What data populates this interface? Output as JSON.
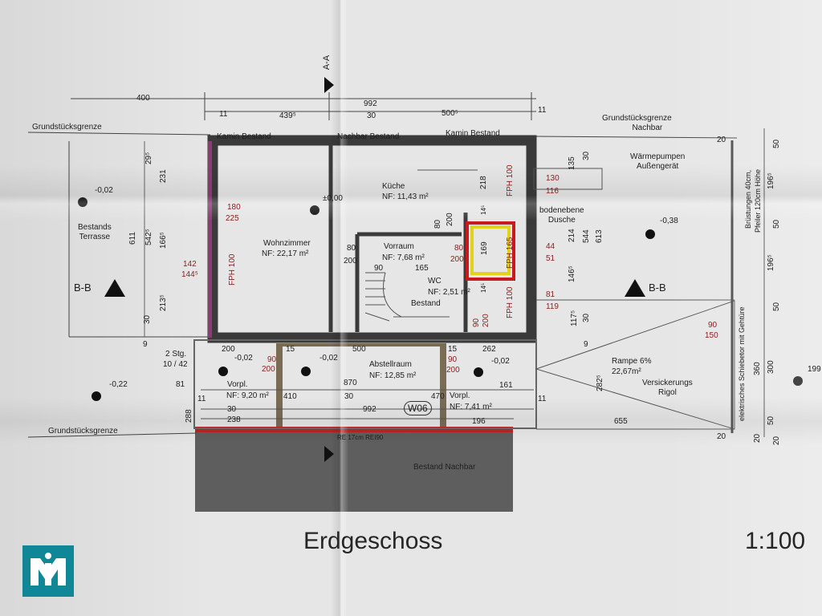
{
  "plan": {
    "title": "Erdgeschoss",
    "scale": "1:100",
    "section_a": "A-A",
    "section_b_left": "B-B",
    "section_b_right": "B-B",
    "boundary_top": "Grundstücksgrenze",
    "boundary_bottom": "Grundstücksgrenze",
    "boundary_neighbor": [
      "Grundstücksgrenze",
      "Nachbar"
    ],
    "kamin_left": "Kamin Bestand",
    "kamin_right": "Kamin Bestand",
    "neighbor_existing": "Nachbar Bestand",
    "neighbor_block": "Bestand Nachbar",
    "wall_note": "RE 17cm REI90",
    "heat_pump": [
      "Wärmepumpen",
      "Außengerät"
    ],
    "gate_note": "elektrisches Schiebetor mit Gehtüre",
    "parapet_note": [
      "Brüstungen 40cm,",
      "Pfeiler 120cm Höhe"
    ],
    "window_tag": "W06",
    "stairs": "2 Stg.",
    "stairs_dim": "10 / 42"
  },
  "rooms": {
    "wohnzimmer": {
      "name": "Wohnzimmer",
      "area": "NF: 22,17 m²"
    },
    "kueche": {
      "name": "Küche",
      "area": "NF: 11,43 m²"
    },
    "vorraum": {
      "name": "Vorraum",
      "area": "NF: 7,68 m²"
    },
    "wc": {
      "name": "WC",
      "area": "NF: 2,51 m²"
    },
    "bestand": {
      "name": "Bestand"
    },
    "dusche": {
      "name": [
        "bodenebene",
        "Dusche"
      ]
    },
    "abstellraum": {
      "name": "Abstellraum",
      "area": "NF: 12,85 m²"
    },
    "vorpl_left": {
      "name": "Vorpl.",
      "area": "NF: 9,20 m²"
    },
    "vorpl_right": {
      "name": "Vorpl.",
      "area": "NF: 7,41 m²"
    },
    "terrasse": {
      "name": [
        "Bestands",
        "Terrasse"
      ]
    },
    "rampe": {
      "name": "Rampe 6%",
      "area": "22,67m²"
    },
    "versickerung": {
      "name": [
        "Versickerungs",
        "Rigol"
      ]
    }
  },
  "levels": {
    "terrasse": "-0,02",
    "ground": "±0,00",
    "garden_right": "-0,38",
    "vorpl_left_outer": "-0,22",
    "vorpl_left": "-0,02",
    "abstell": "-0,02",
    "vorpl_right": "-0,02"
  },
  "dims": {
    "top_400": "400",
    "top_992": "992",
    "top_11a": "11",
    "top_439": "439⁵",
    "top_30": "30",
    "top_500": "500⁵",
    "top_11b": "11",
    "left_29": "29⁵",
    "left_231": "231",
    "left_611": "611",
    "left_542": "542⁵",
    "left_166": "166⁵",
    "left_213": "213⁵",
    "left_30": "30",
    "left_9": "9",
    "fph_left": "FPH 100",
    "door_180": "180",
    "door_225": "225",
    "win_142": "142",
    "win_144": "144⁵",
    "k_218": "218",
    "k_14": "14⁵",
    "k_200": "200",
    "k_80": "80",
    "fph_top": "FPH 100",
    "r_130": "130",
    "r_116": "116",
    "r_135": "135",
    "r_30": "30",
    "r_214": "214",
    "r_544": "544",
    "r_613": "613",
    "r_44": "44",
    "r_51": "51",
    "r_146": "146⁵",
    "r_81": "81",
    "r_119": "119",
    "r_117": "117⁵",
    "r_30b": "30",
    "r_9": "9",
    "v_80": "80",
    "v_200": "200",
    "v_90": "90",
    "v_165": "165",
    "v_80b": "80",
    "v_200b": "200",
    "fph_165": "FPH 165",
    "d_169": "169",
    "wc_14": "14⁵",
    "fph_wc": "FPH 100",
    "wc_90": "90",
    "wc_200": "200",
    "b_200": "200",
    "b_15": "15",
    "b_500": "500",
    "b_15b": "15",
    "b_262": "262",
    "b_90": "90",
    "b_200b": "200",
    "b_90b": "90",
    "b_200c": "200",
    "b_870": "870",
    "b_81": "81",
    "b_11": "11",
    "b_410": "410",
    "b_30": "30",
    "b_470": "470",
    "b_161": "161",
    "b_11b": "11",
    "b_30b": "30",
    "b_238": "238",
    "b_992": "992",
    "b_196": "196",
    "b_655": "655",
    "b_288": "288",
    "b_282": "282⁵",
    "ramp_90": "90",
    "ramp_150": "150",
    "e_20": "20",
    "e_50": "50",
    "e_196": "196⁵",
    "e_50b": "50",
    "e_196b": "196⁵",
    "e_50c": "50",
    "e_360": "360",
    "e_300": "300",
    "e_50d": "50",
    "e_20b": "20",
    "e_20c": "20",
    "e_199": "199",
    "e_20d": "20"
  },
  "colors": {
    "wall": "#3a3a3a",
    "dim_red": "#8a1d1d",
    "logo_bg": "#0f8797",
    "shower_red": "#c8191e",
    "shower_yellow": "#e3d21a"
  }
}
